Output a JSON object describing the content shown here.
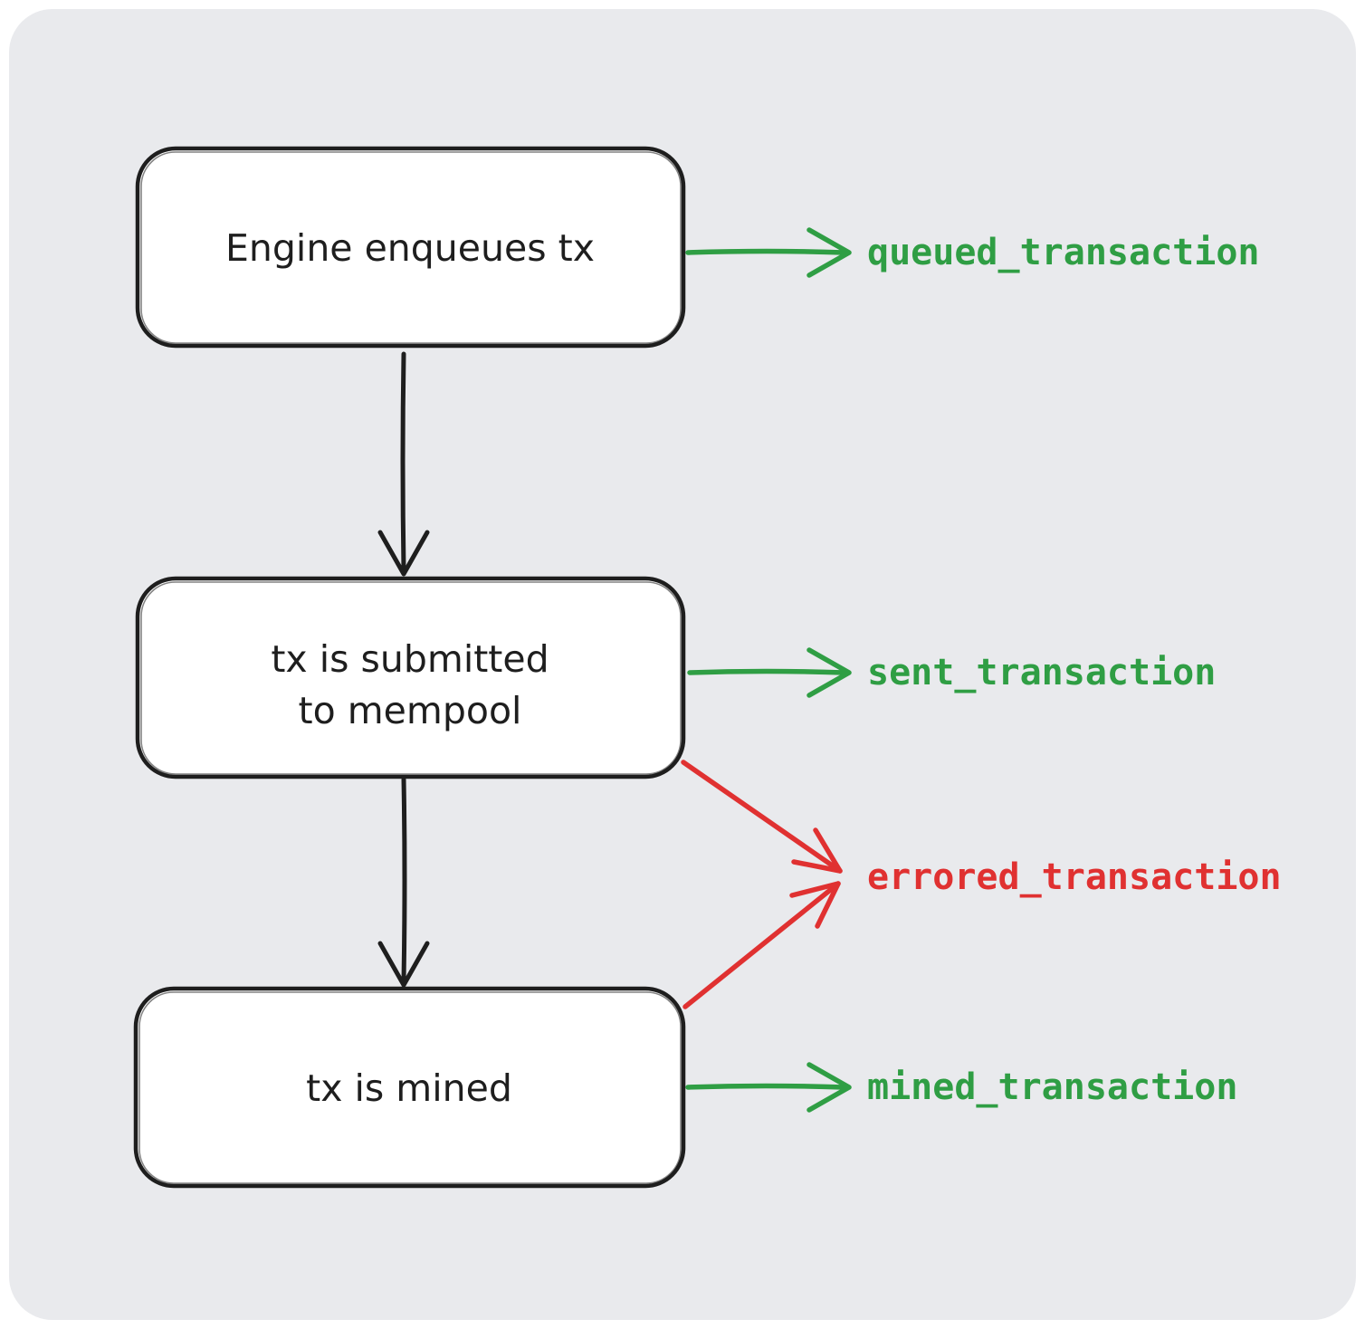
{
  "diagram": {
    "type": "flowchart",
    "background_color": "#e9eaed",
    "node_fill_color": "#ffffff",
    "node_stroke_color": "#1e1e1e",
    "success_color": "#2f9e44",
    "error_color": "#e03131",
    "nodes": [
      {
        "id": "engine-enqueues-tx",
        "label": "Engine enqueues tx"
      },
      {
        "id": "tx-submitted-to-mempool",
        "lines": [
          "tx is submitted",
          "to mempool"
        ]
      },
      {
        "id": "tx-is-mined",
        "label": "tx is mined"
      }
    ],
    "flow_edges": [
      {
        "from": "engine-enqueues-tx",
        "to": "tx-submitted-to-mempool"
      },
      {
        "from": "tx-submitted-to-mempool",
        "to": "tx-is-mined"
      }
    ],
    "events": {
      "queued": {
        "label": "queued_transaction",
        "color": "#2f9e44",
        "source": "engine-enqueues-tx"
      },
      "sent": {
        "label": "sent_transaction",
        "color": "#2f9e44",
        "source": "tx-submitted-to-mempool"
      },
      "errored": {
        "label": "errored_transaction",
        "color": "#e03131",
        "sources": [
          "tx-submitted-to-mempool",
          "tx-is-mined"
        ]
      },
      "mined": {
        "label": "mined_transaction",
        "color": "#2f9e44",
        "source": "tx-is-mined"
      }
    }
  }
}
